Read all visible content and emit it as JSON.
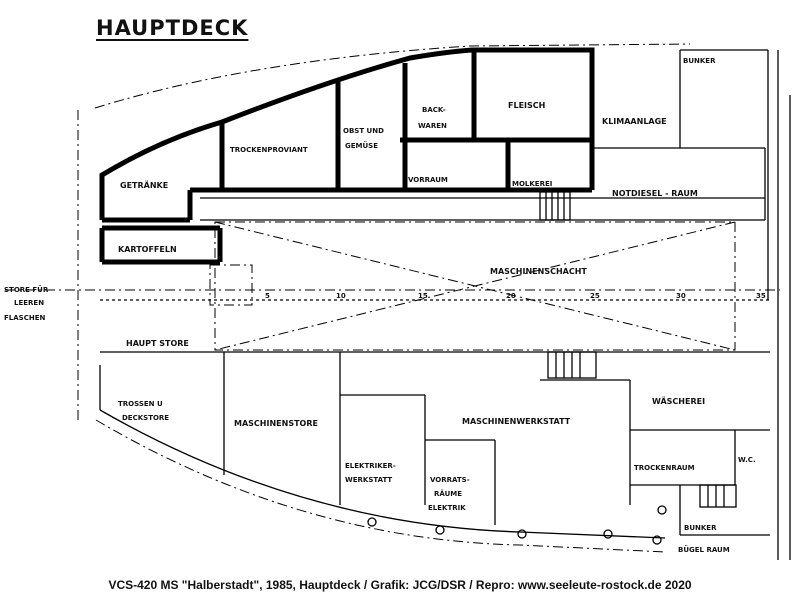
{
  "title": "HAUPTDECK",
  "caption": "VCS-420 MS \"Halberstadt\", 1985, Hauptdeck / Grafik: JCG/DSR / Repro: www.seeleute-rostock.de 2020",
  "rooms": {
    "hundegat": "BUNKER ",
    "backwaren": [
      "BACK-",
      "WAREN"
    ],
    "fleisch": "FLEISCH",
    "klimaanlage": "KLIMAANLAGE",
    "trockenproviant": "TROCKENPROVIANT",
    "obst_gemuese": [
      "OBST UND",
      "GEMÜSE"
    ],
    "vorraum": "VORRAUM",
    "molkerei": "MOLKEREI",
    "getraenke": "GETRÄNKE",
    "notdiesel": "NOTDIESEL - RAUM",
    "kartoffeln": "KARTOFFELN",
    "maschinenschacht": "MASCHINENSCHACHT",
    "store_fuer_leeren": [
      "STORE FÜR",
      "LEEREN"
    ],
    "flaschen": "FLASCHEN",
    "haupt_store": "HAUPT STORE",
    "trossen": [
      "TROSSEN U",
      "DECKSTORE"
    ],
    "maschinenstore": "MASCHINENSTORE",
    "maschinenwerkstatt": "MASCHINENWERKSTATT",
    "waescherei": "WÄSCHEREI",
    "trockenraum": "TROCKENRAUM",
    "wc": "W.C.",
    "elektrikerwerkstatt": [
      "ELEKTRIKER-",
      "WERKSTATT"
    ],
    "vorratsraeume": [
      "VORRATS-",
      "RÄUME",
      "ELEKTRIK"
    ],
    "bunker": "BUNKER",
    "buegelraum": "BÜGEL RAUM"
  },
  "frames": [
    "5",
    "10",
    "15",
    "20",
    "25",
    "30",
    "35"
  ]
}
